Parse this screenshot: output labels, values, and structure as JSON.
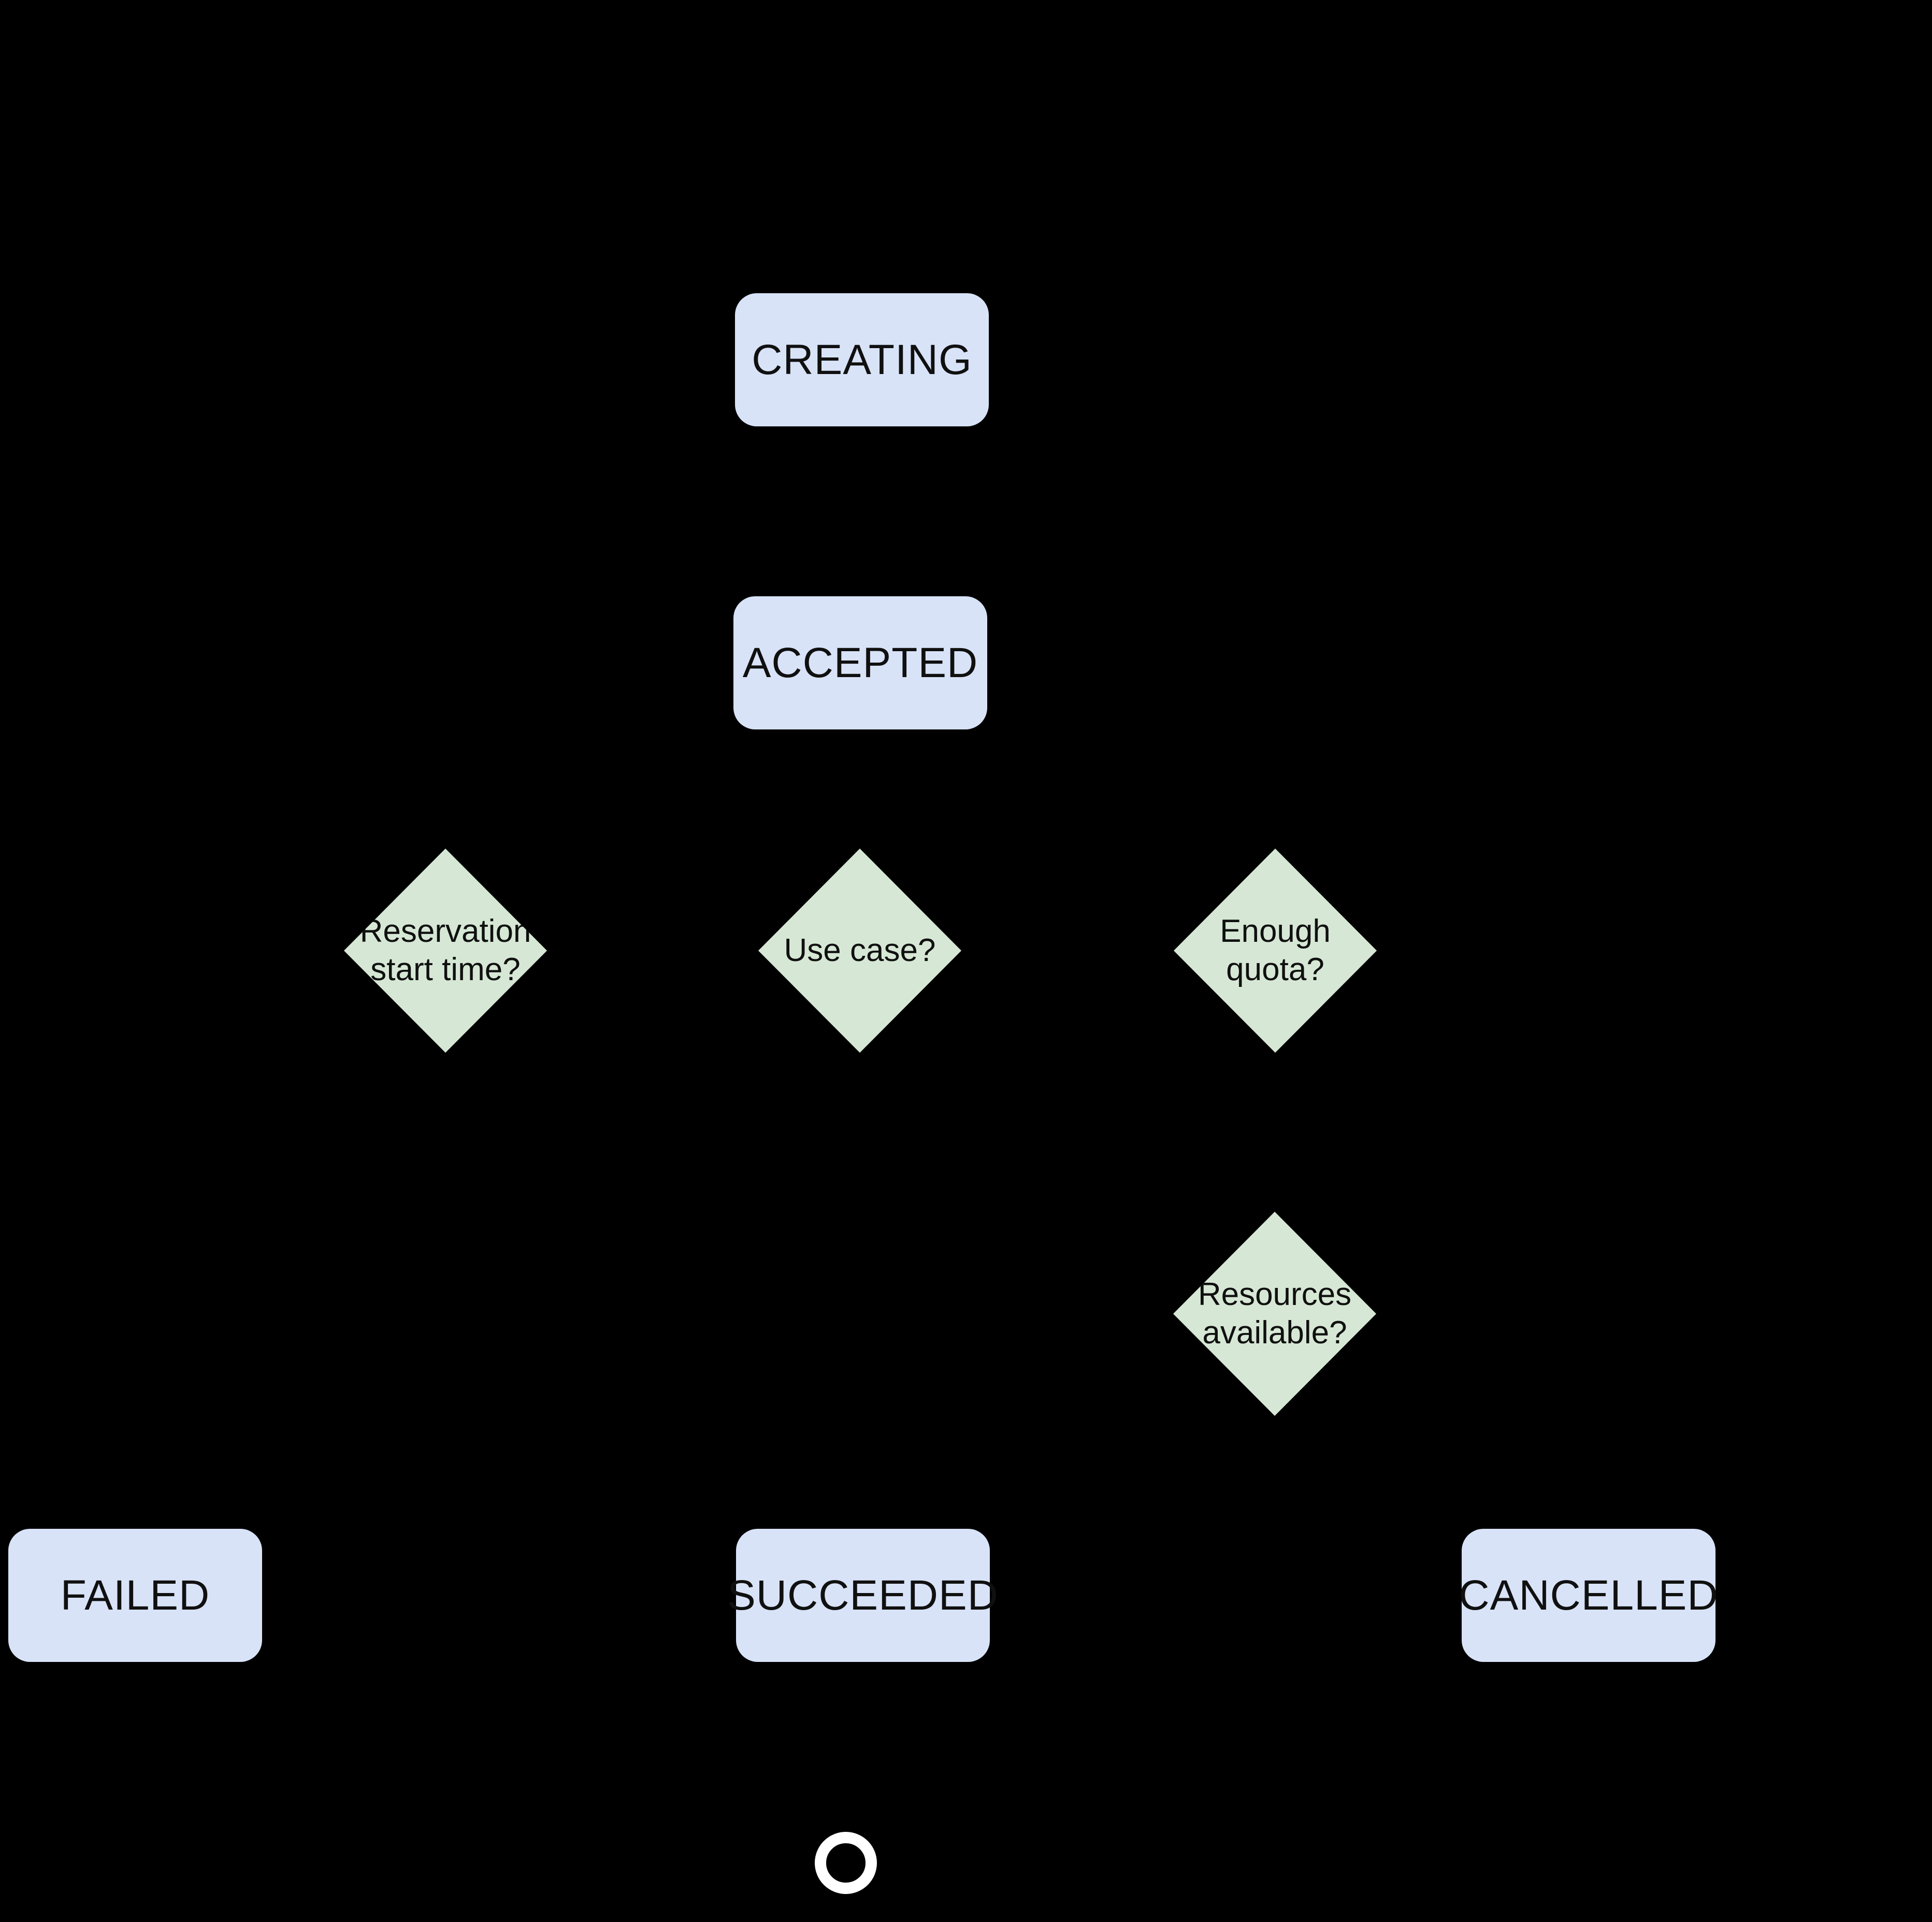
{
  "diagram": {
    "colors": {
      "bg": "#000000",
      "state-fill": "#d8e3f8",
      "decision-fill": "#d6e8d5",
      "text": "#101010",
      "circle": "#ffffff"
    },
    "labels": {
      "creating": "CREATING",
      "accepted": "ACCEPTED",
      "reservation_line1": "Reservation",
      "reservation_line2": "start time?",
      "use_case": "Use case?",
      "quota_line1": "Enough",
      "quota_line2": "quota?",
      "resources_line1": "Resources",
      "resources_line2": "available?",
      "failed": "FAILED",
      "succeeded": "SUCCEEDED",
      "cancelled": "CANCELLED"
    },
    "end_state_icon": "final-state-circle"
  }
}
